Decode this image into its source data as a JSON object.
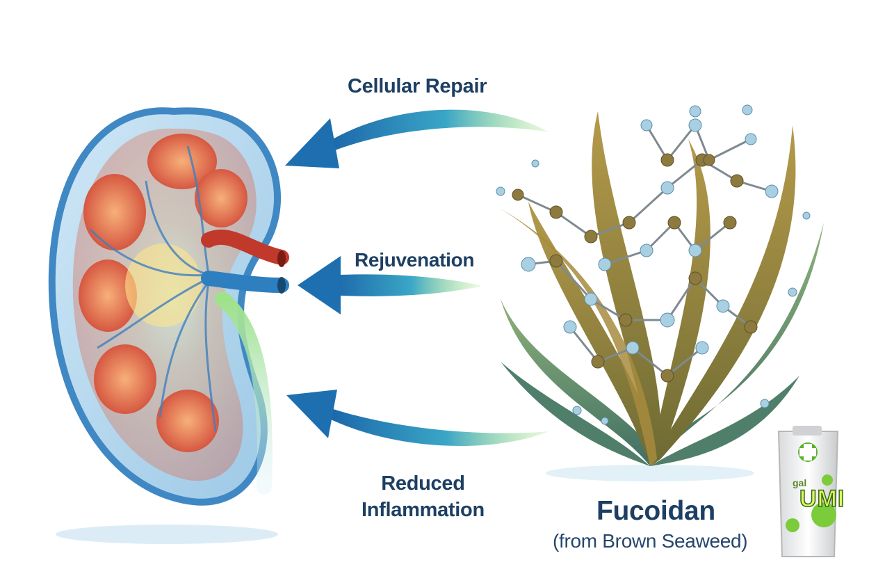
{
  "labels": {
    "cellular_repair": "Cellular Repair",
    "rejuvenation": "Rejuvenation",
    "reduced": "Reduced",
    "inflammation": "Inflammation",
    "fucoidan": "Fucoidan",
    "source": "(from Brown Seaweed)"
  },
  "product": {
    "brand": "gal",
    "name": "UMI"
  },
  "colors": {
    "label_text": "#1d3f63",
    "arrow_blue": "#1d6fb0",
    "arrow_green": "#7ed957",
    "kidney_outer": "#4d93c9",
    "kidney_tissue": "#e2734f",
    "seaweed_brown": "#8f7a2e",
    "seaweed_green": "#5d8c5a"
  }
}
